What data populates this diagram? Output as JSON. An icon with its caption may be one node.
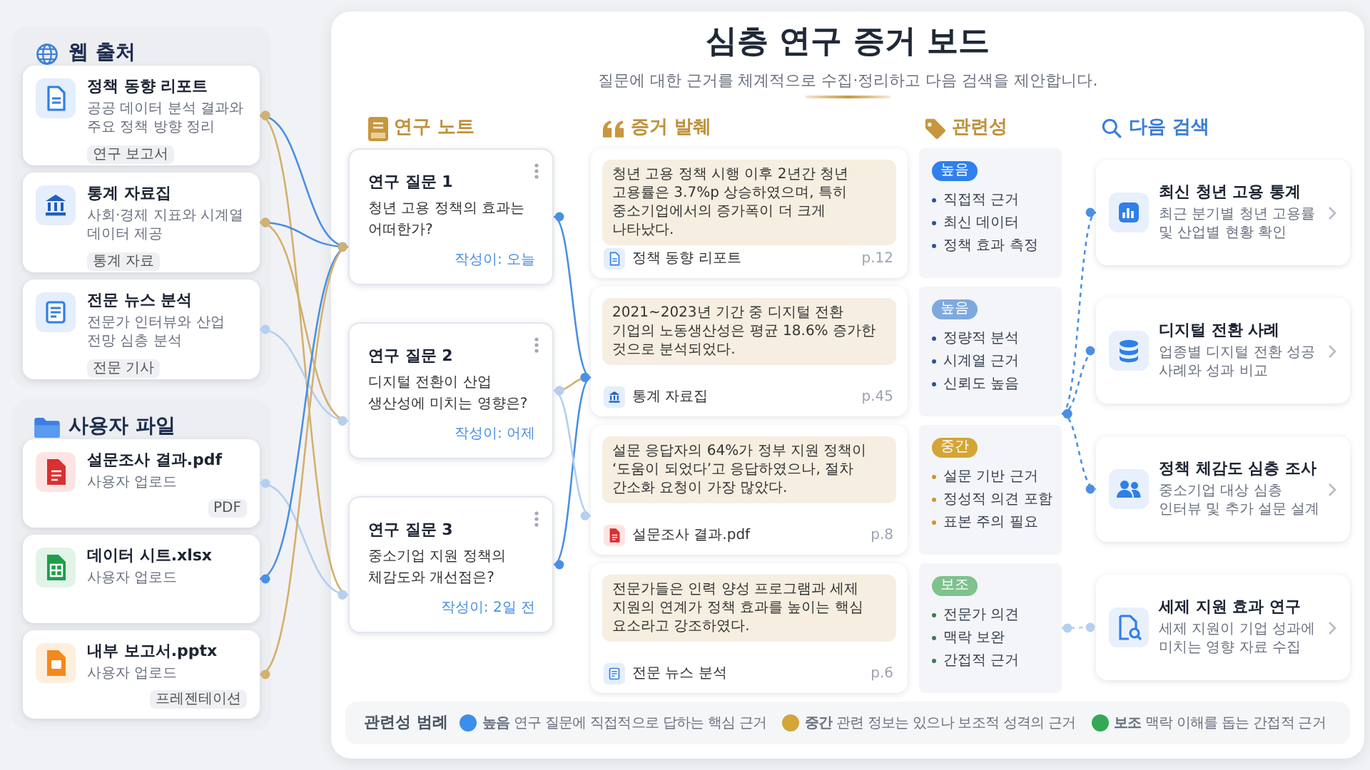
{
  "diagram": {
    "title": "심층 연구 증거 보드",
    "nodes": [
      {
        "text": [
          "웹 출처"
        ]
      },
      {
        "text": [
          "정책 동향 리포트",
          "공공 데이터 분석 결과와 주요 정책 방향 정리",
          "연구 보고서"
        ],
        "in": 0
      },
      {
        "text": [
          "통계 자료집",
          "사회·경제 지표와 시계열 데이터 제공",
          "통계 자료"
        ],
        "in": 0
      },
      {
        "text": [
          "전문 뉴스 분석",
          "전문가 인터뷰와 산업 전망 심층 분석",
          "전문 기사"
        ],
        "in": 0
      },
      {
        "text": [
          "사용자 파일"
        ]
      },
      {
        "text": [
          "설문조사 결과.pdf",
          "사용자 업로드",
          "PDF"
        ],
        "in": 4
      },
      {
        "text": [
          "데이터 시트.xlsx",
          "사용자 업로드"
        ],
        "in": 4
      },
      {
        "text": [
          "내부 보고서.pptx",
          "사용자 업로드",
          "프레젠테이션"
        ],
        "in": 4
      },
      {
        "text": [
          "연구 질문 1",
          "청년 고용 정책의 효과는 어떠한가?",
          "작성이: 오늘"
        ]
      },
      {
        "text": [
          "연구 질문 2",
          "디지털 전환이 산업 생산성에 미치는 영향은?",
          "작성이: 어제"
        ]
      },
      {
        "text": [
          "연구 질문 3",
          "중소기업 지원 정책의 체감도와 개선점은?",
          "작성이: 2일 전"
        ]
      },
      {
        "text": [
          "청년 고용 정책 시행 이후 2년간 청년 고용률은 3.7%p 상승하였으며, 특히 중소기업에서의 증가폭이 더 크게 나타났다.",
          "정책 동향 리포트",
          "p.12"
        ]
      },
      {
        "text": [
          "2021~2023년 기간 중 디지털 전환 기업의 노동생산성은 평균 18.6% 증가한 것으로 분석되었다.",
          "통계 자료집",
          "p.45"
        ]
      },
      {
        "text": [
          "설문 응답자의 64%가 정부 지원 정책이 ‘도움이 되었다’고 응답하였으나, 절차 간소화 요청이 가장 많았다.",
          "설문조사 결과.pdf",
          "p.8"
        ]
      },
      {
        "text": [
          "전문가들은 인력 양성 프로그램과 세제 지원의 연계가 정책 효과를 높이는 핵심 요소라고 강조하였다.",
          "전문 뉴스 분석",
          "p.6"
        ]
      },
      {
        "text": [
          "높음",
          "직접적 근거",
          "최신 데이터",
          "정책 효과 측정"
        ]
      },
      {
        "text": [
          "높음",
          "정량적 분석",
          "시계열 근거",
          "신뢰도 높음"
        ]
      },
      {
        "text": [
          "중간",
          "설문 기반 근거",
          "정성적 의견 포함",
          "표본 주의 필요"
        ]
      },
      {
        "text": [
          "보조",
          "전문가 의견",
          "맥락 보완",
          "간접적 근거"
        ]
      },
      {
        "text": [
          "최신 청년 고용 통계",
          "최근 분기별 청년 고용률 및 산업별 현황 확인"
        ]
      },
      {
        "text": [
          "디지털 전환 사례",
          "업종별 디지털 전환 성공 사례와 성과 비교"
        ]
      },
      {
        "text": [
          "정책 체감도 심층 조사",
          "중소기업 대상 심층 인터뷰 및 추가 설문 설계"
        ]
      },
      {
        "text": [
          "세제 지원 효과 연구",
          "세제 지원이 기업 성과에 미치는 영향 자료 수집"
        ]
      }
    ],
    "edges": [
      {
        "from": 1,
        "to": 8,
        "arrow": "other"
      },
      {
        "from": 1,
        "to": 10,
        "arrow": "other",
        "color": "#d3b06e"
      },
      {
        "from": 2,
        "to": 8,
        "arrow": "other"
      },
      {
        "from": 2,
        "to": 9,
        "arrow": "other",
        "color": "#d3b06e"
      },
      {
        "from": 3,
        "to": 9,
        "arrow": "other",
        "color": "#b4cff0"
      },
      {
        "from": 5,
        "to": 10,
        "arrow": "other",
        "color": "#b4cff0"
      },
      {
        "from": 6,
        "to": 8,
        "arrow": "other"
      },
      {
        "from": 7,
        "to": 8,
        "arrow": "other",
        "color": "#d3b06e"
      },
      {
        "from": 8,
        "to": 12,
        "arrow": "other"
      },
      {
        "from": 9,
        "to": 12,
        "arrow": "other",
        "color": "#d3b06e"
      },
      {
        "from": 10,
        "to": 12,
        "arrow": "other"
      },
      {
        "from": 9,
        "to": 13,
        "arrow": "other",
        "color": "#b4cff0"
      },
      {
        "from": 16,
        "to": 19,
        "arrow": "other",
        "style": "dashed"
      },
      {
        "from": 16,
        "to": 20,
        "arrow": "other",
        "style": "dashed"
      },
      {
        "from": 16,
        "to": 21,
        "arrow": "other",
        "style": "dashed"
      },
      {
        "from": 18,
        "to": 22,
        "arrow": "other",
        "style": "dashed",
        "color": "#b4cff0"
      }
    ],
    "labels": [
      "질문에 대한 근거를 체계적으로 수집·정리하고 다음 검색을 제안합니다.",
      "연구 노트",
      "증거 발췌",
      "관련성",
      "다음 검색",
      "관련성 범례"
    ],
    "legend": [
      {
        "text": "**높음** 연구 질문에 직접적으로 답하는 핵심 근거",
        "color": "#3b8eea"
      },
      {
        "text": "**중간** 관련 정보는 있으나 보조적 성격의 근거",
        "color": "#d4a537"
      },
      {
        "text": "**보조** 맥락 이해를 돕는 간접적 근거",
        "color": "#34a853"
      }
    ]
  }
}
